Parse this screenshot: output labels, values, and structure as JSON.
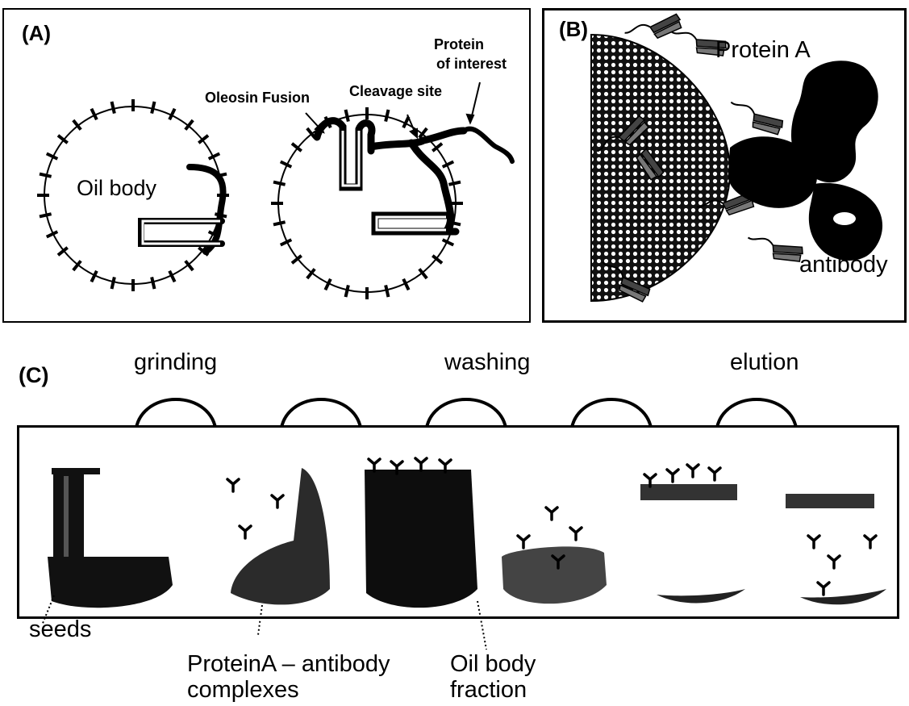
{
  "panel_a": {
    "label": "(A)",
    "oil_body": "Oil body",
    "oleosin_fusion": "Oleosin Fusion",
    "cleavage_site": "Cleavage site",
    "protein_line1": "Protein",
    "protein_line2": "of interest"
  },
  "panel_b": {
    "label": "(B)",
    "protein_a": "Protein A",
    "antibody": "antibody"
  },
  "panel_c": {
    "label": "(C)",
    "steps": [
      "grinding",
      "washing",
      "elution"
    ],
    "labels": {
      "seeds": "seeds",
      "complexes_line1": "ProteinA – antibody",
      "complexes_line2": "complexes",
      "fraction_line1": "Oil body",
      "fraction_line2": "fraction"
    }
  },
  "colors": {
    "ink": "#000000",
    "background": "#ffffff",
    "dark_fill": "#111111",
    "gray_fill": "#555555"
  }
}
